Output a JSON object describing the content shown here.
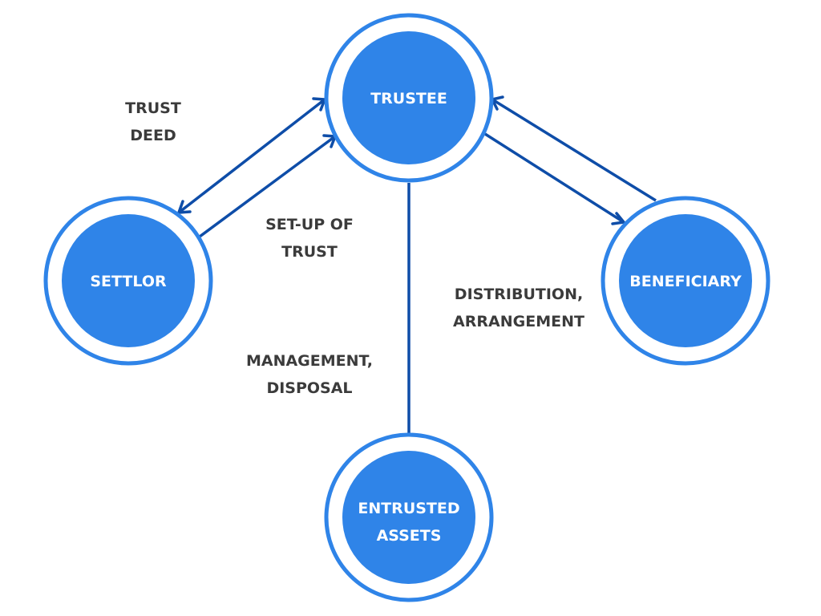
{
  "colors": {
    "node_fill": "#2f84e8",
    "node_ring": "#2f84e8",
    "arrow": "#0e4da8",
    "label_text": "#3b3b3b",
    "node_text": "#ffffff"
  },
  "nodes": {
    "trustee": "TRUSTEE",
    "settlor": "SETTLOR",
    "beneficiary": "BENEFICIARY",
    "assets_line1": "ENTRUSTED",
    "assets_line2": "ASSETS"
  },
  "edge_labels": {
    "trust_deed_line1": "TRUST",
    "trust_deed_line2": "DEED",
    "setup_line1": "SET-UP OF",
    "setup_line2": "TRUST",
    "distribution_line1": "DISTRIBUTION,",
    "distribution_line2": "ARRANGEMENT",
    "management_line1": "MANAGEMENT,",
    "management_line2": "DISPOSAL"
  }
}
